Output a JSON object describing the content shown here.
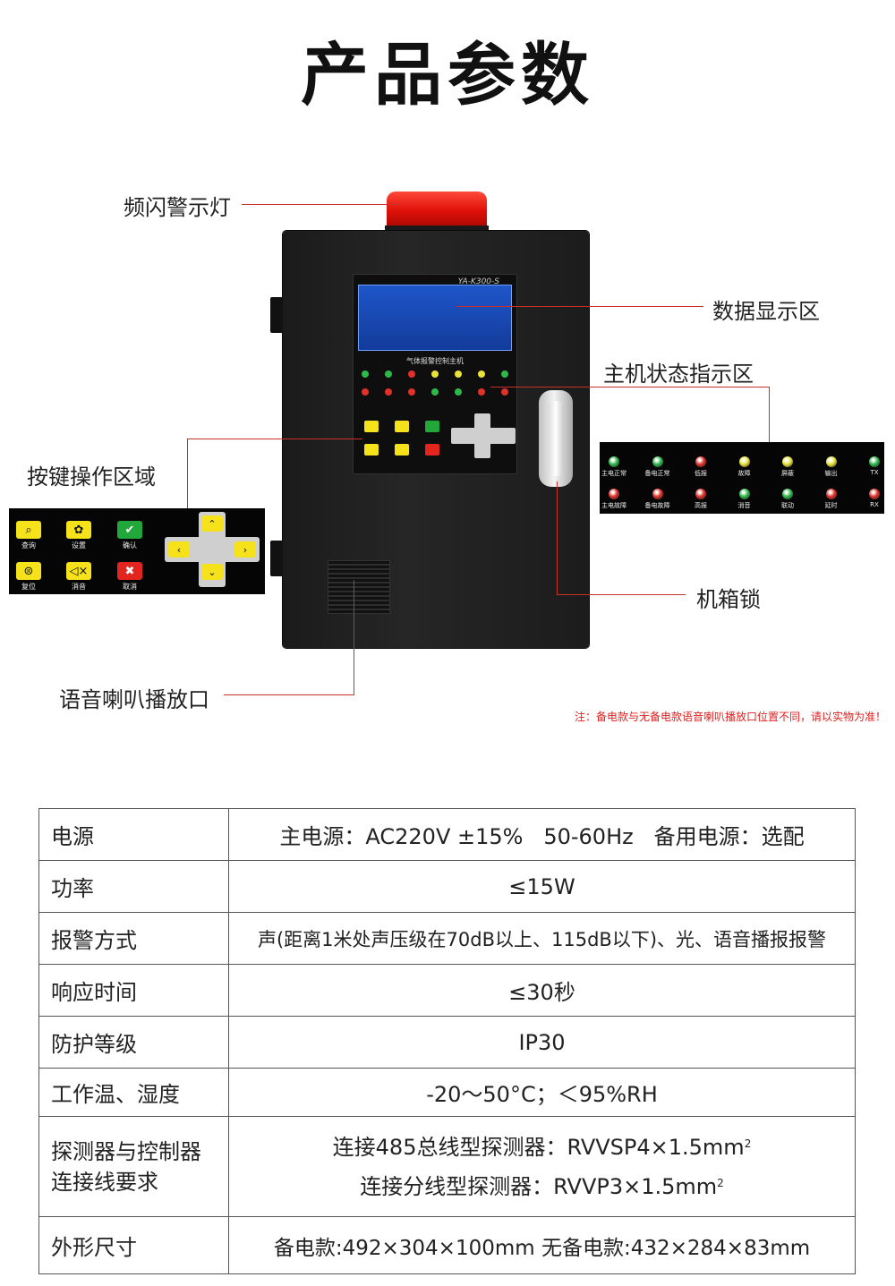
{
  "page": {
    "title": "产品参数"
  },
  "callouts": {
    "beacon": "频闪警示灯",
    "display": "数据显示区",
    "status": "主机状态指示区",
    "keys": "按键操作区域",
    "lock": "机箱锁",
    "speaker": "语音喇叭播放口"
  },
  "device": {
    "model": "YA-K300-S",
    "panel_title": "气体报警控制主机"
  },
  "keys": [
    {
      "label": "查询",
      "icon": "search-icon",
      "color": "#f6e21a",
      "glyph": "⌕"
    },
    {
      "label": "设置",
      "icon": "gear-icon",
      "color": "#f6e21a",
      "glyph": "✿"
    },
    {
      "label": "确认",
      "icon": "check-icon",
      "color": "#22a83a",
      "glyph": "✔"
    },
    {
      "label": "复位",
      "icon": "reset-icon",
      "color": "#f6e21a",
      "glyph": "⊜"
    },
    {
      "label": "消音",
      "icon": "mute-icon",
      "color": "#f6e21a",
      "glyph": "◁×"
    },
    {
      "label": "取消",
      "icon": "cancel-icon",
      "color": "#e2251f",
      "glyph": "✖"
    }
  ],
  "indicators": {
    "row1": [
      {
        "label": "主电正常",
        "color": "#2fb84a"
      },
      {
        "label": "备电正常",
        "color": "#2fb84a"
      },
      {
        "label": "低报",
        "color": "#e0322a"
      },
      {
        "label": "故障",
        "color": "#e8e23a"
      },
      {
        "label": "屏蔽",
        "color": "#e8e23a"
      },
      {
        "label": "输出",
        "color": "#e8e23a"
      },
      {
        "label": "TX",
        "color": "#2fb84a"
      }
    ],
    "row2": [
      {
        "label": "主电故障",
        "color": "#e0322a"
      },
      {
        "label": "备电故障",
        "color": "#e0322a"
      },
      {
        "label": "高报",
        "color": "#e0322a"
      },
      {
        "label": "消音",
        "color": "#2fb84a"
      },
      {
        "label": "联动",
        "color": "#2fb84a"
      },
      {
        "label": "延时",
        "color": "#e0322a"
      },
      {
        "label": "RX",
        "color": "#e0322a"
      }
    ]
  },
  "note": "注：备电款与无备电款语音喇叭播放口位置不同，请以实物为准！",
  "specs": [
    {
      "name": "电源",
      "value": "主电源：AC220V ±15%   50-60Hz   备用电源：选配"
    },
    {
      "name": "功率",
      "value": "≤15W"
    },
    {
      "name": "报警方式",
      "value": "声(距离1米处声压级在70dB以上、115dB以下)、光、语音播报报警"
    },
    {
      "name": "响应时间",
      "value": "≤30秒"
    },
    {
      "name": "防护等级",
      "value": "IP30"
    },
    {
      "name": "工作温、湿度",
      "value": "-20～50°C；＜95%RH"
    },
    {
      "name_line1": "探测器与控制器",
      "name_line2": "连接线要求",
      "line1": "连接485总线型探测器：RVVSP4×1.5mm",
      "line2": "连接分线型探测器：RVVP3×1.5mm",
      "sup": "2"
    },
    {
      "name": "外形尺寸",
      "value": "备电款:492×304×100mm  无备电款:432×284×83mm"
    }
  ]
}
